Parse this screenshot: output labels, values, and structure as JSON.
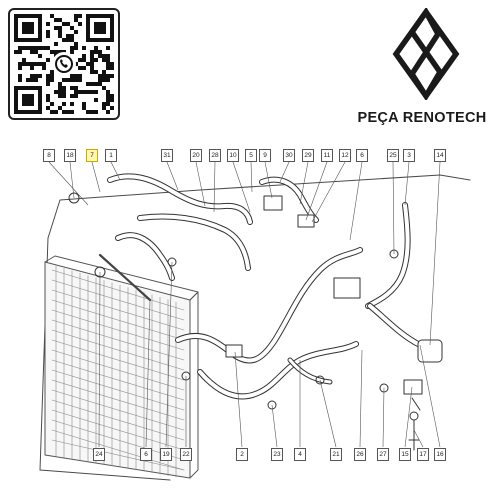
{
  "brand": {
    "name": "PEÇA RENOTECH",
    "logo_icon": "renault-diamond-logo-icon",
    "qr_icon": "whatsapp-qr-code-icon",
    "accent_color": "#f2c200"
  },
  "top_labels": [
    {
      "id": "8",
      "highlight": false
    },
    {
      "id": "18",
      "highlight": false
    },
    {
      "id": "7",
      "highlight": true
    },
    {
      "id": "1",
      "highlight": false
    },
    {
      "id": "31",
      "highlight": false
    },
    {
      "id": "20",
      "highlight": false
    },
    {
      "id": "28",
      "highlight": false
    },
    {
      "id": "10",
      "highlight": false
    },
    {
      "id": "5",
      "highlight": false
    },
    {
      "id": "9",
      "highlight": false
    },
    {
      "id": "30",
      "highlight": false
    },
    {
      "id": "29",
      "highlight": false
    },
    {
      "id": "11",
      "highlight": false
    },
    {
      "id": "12",
      "highlight": false
    },
    {
      "id": "6",
      "highlight": false
    },
    {
      "id": "25",
      "highlight": false
    },
    {
      "id": "3",
      "highlight": false
    },
    {
      "id": "14",
      "highlight": false
    }
  ],
  "bottom_labels": [
    {
      "id": "24"
    },
    {
      "id": "6"
    },
    {
      "id": "19"
    },
    {
      "id": "22"
    },
    {
      "id": "2"
    },
    {
      "id": "23"
    },
    {
      "id": "4"
    },
    {
      "id": "21"
    },
    {
      "id": "26"
    },
    {
      "id": "27"
    },
    {
      "id": "15"
    },
    {
      "id": "17"
    },
    {
      "id": "16"
    }
  ]
}
